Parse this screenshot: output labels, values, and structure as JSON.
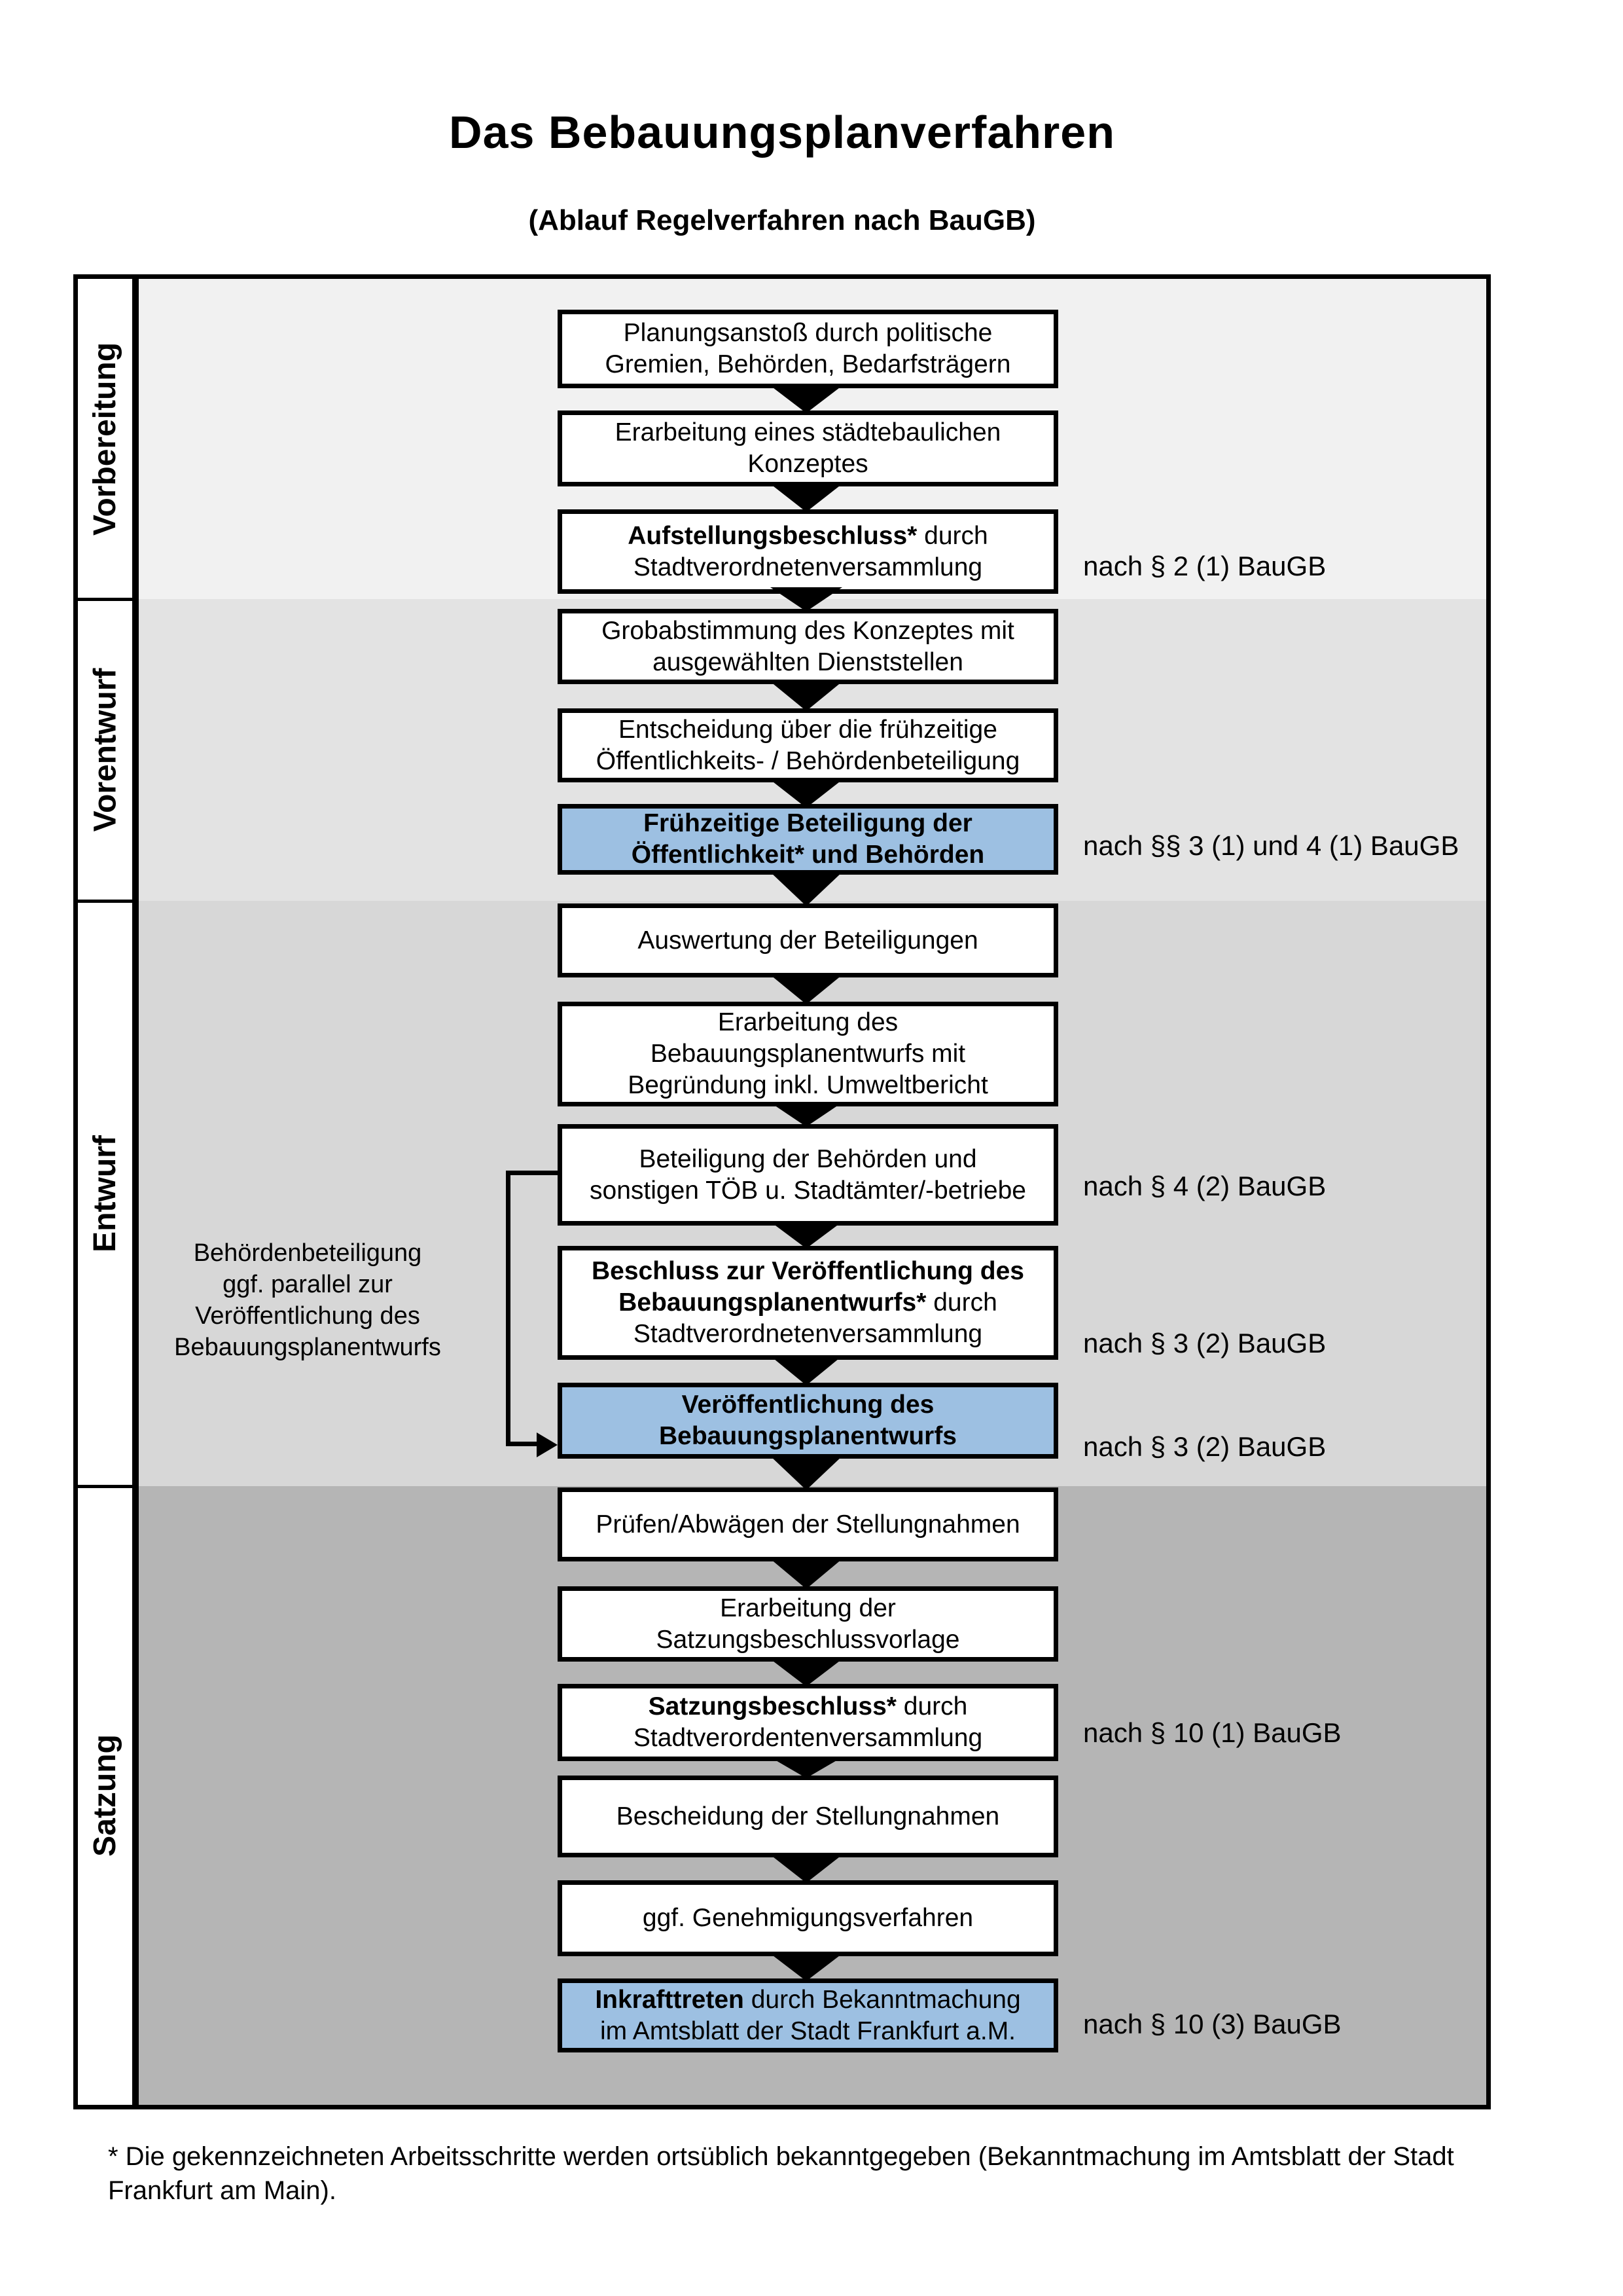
{
  "title": "Das Bebauungsplanverfahren",
  "subtitle": "(Ablauf Regelverfahren nach BauGB)",
  "phases": [
    "Vorbereitung",
    "Vorentwurf",
    "Entwurf",
    "Satzung"
  ],
  "flow": {
    "boxes": [
      {
        "bold": "",
        "text": "Planungsanstoß durch politische\nGremien, Behörden, Bedarfsträgern",
        "highlight": false
      },
      {
        "bold": "",
        "text": "Erarbeitung eines städtebaulichen\nKonzeptes",
        "highlight": false
      },
      {
        "bold": "Aufstellungsbeschluss*",
        "text": " durch\nStadtverordnetenversammlung",
        "highlight": false
      },
      {
        "bold": "",
        "text": "Grobabstimmung des Konzeptes mit\nausgewählten Dienststellen",
        "highlight": false
      },
      {
        "bold": "",
        "text": "Entscheidung über die frühzeitige\nÖffentlichkeits- / Behördenbeteiligung",
        "highlight": false
      },
      {
        "bold": "Frühzeitige Beteiligung der\nÖffentlichkeit* und Behörden",
        "text": "",
        "highlight": true
      },
      {
        "bold": "",
        "text": "Auswertung der Beteiligungen",
        "highlight": false
      },
      {
        "bold": "",
        "text": "Erarbeitung des\nBebauungsplanentwurfs mit\nBegründung inkl. Umweltbericht",
        "highlight": false
      },
      {
        "bold": "",
        "text": "Beteiligung der Behörden und\nsonstigen TÖB u. Stadtämter/-betriebe",
        "highlight": false
      },
      {
        "bold": "Beschluss zur Veröffentlichung des\nBebauungsplanentwurfs*",
        "text": " durch\nStadtverordnetenversammlung",
        "highlight": false
      },
      {
        "bold": "Veröffentlichung des\nBebauungsplanentwurfs",
        "text": "",
        "highlight": true
      },
      {
        "bold": "",
        "text": "Prüfen/Abwägen der Stellungnahmen",
        "highlight": false
      },
      {
        "bold": "",
        "text": "Erarbeitung der\nSatzungsbeschlussvorlage",
        "highlight": false
      },
      {
        "bold": "Satzungsbeschluss*",
        "text": " durch\nStadtverordentenversammlung",
        "highlight": false
      },
      {
        "bold": "",
        "text": "Bescheidung der Stellungnahmen",
        "highlight": false
      },
      {
        "bold": "",
        "text": "ggf. Genehmigungsverfahren",
        "highlight": false
      },
      {
        "bold": "Inkrafttreten",
        "text": " durch Bekanntmachung\nim Amtsblatt der Stadt Frankfurt a.M.",
        "highlight": true
      }
    ]
  },
  "annotations": [
    "nach § 2 (1) BauGB",
    "nach §§ 3 (1) und 4 (1) BauGB",
    "nach § 4 (2) BauGB",
    "nach § 3 (2) BauGB",
    "nach § 3 (2) BauGB",
    "nach § 10 (1) BauGB",
    "nach § 10 (3) BauGB"
  ],
  "side_note": "Behördenbeteiligung\nggf. parallel zur\nVeröffentlichung des\nBebauungsplanentwurfs",
  "footnote": "* Die gekennzeichneten Arbeitsschritte werden ortsüblich bekanntgegeben (Bekanntmachung im Amtsblatt der Stadt\nFrankfurt am Main).",
  "colors": {
    "border": "#000000",
    "box_bg": "#ffffff",
    "highlight_box": "#9dc0e2",
    "section_bgs": [
      "#f1f1f1",
      "#e3e3e3",
      "#d7d7d7",
      "#b5b5b5"
    ]
  }
}
